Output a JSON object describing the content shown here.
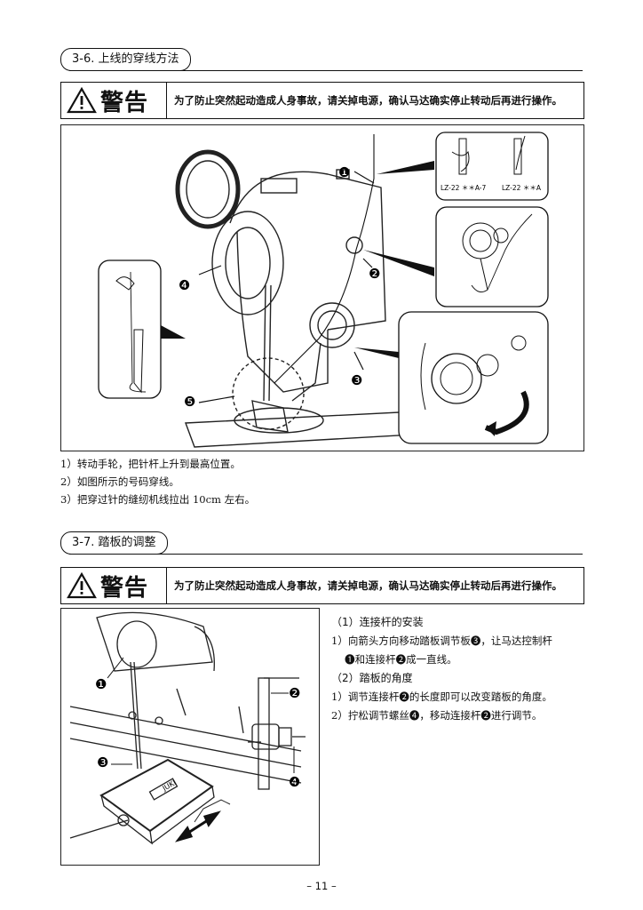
{
  "section1": {
    "heading": "3-6. 上线的穿线方法",
    "warning_label": "警告",
    "warning_text": "为了防止突然起动造成人身事故，请关掉电源，确认马达确实停止转动后再进行操作。",
    "figure": {
      "callouts": [
        "❶",
        "❷",
        "❸",
        "❹",
        "❺"
      ],
      "model_label_left": "LZ-22 ＊＊A-7",
      "model_label_right": "LZ-22 ＊＊A"
    },
    "steps": [
      "1）转动手轮，把针杆上升到最高位置。",
      "2）如图所示的号码穿线。",
      "3）把穿过针的缝纫机线拉出 10cm 左右。"
    ]
  },
  "section2": {
    "heading": "3-7. 踏板的调整",
    "warning_label": "警告",
    "warning_text": "为了防止突然起动造成人身事故，请关掉电源，确认马达确实停止转动后再进行操作。",
    "figure": {
      "callouts": [
        "❶",
        "❸",
        "❷",
        "❹"
      ],
      "brand_plate": "JUKI"
    },
    "subsections": [
      {
        "title": "（1）连接杆的安装",
        "lines": [
          "1）向箭头方向移动踏板调节板❸，让马达控制杆",
          "　 ❶和连接杆❷成一直线。"
        ]
      },
      {
        "title": "（2）踏板的角度",
        "lines": [
          "1）调节连接杆❷的长度即可以改变踏板的角度。",
          "2）拧松调节螺丝❹，移动连接杆❷进行调节。"
        ]
      }
    ]
  },
  "page_number": "– 11 –"
}
